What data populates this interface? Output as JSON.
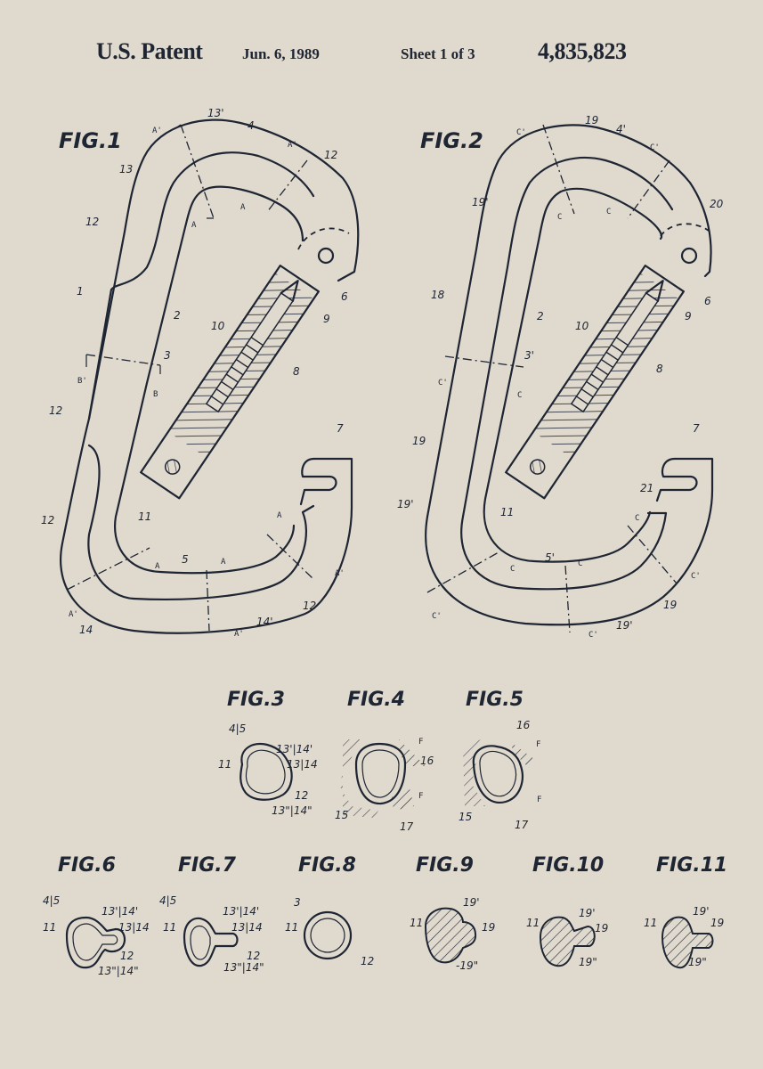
{
  "header": {
    "title": "U.S. Patent",
    "date": "Jun. 6, 1989",
    "sheet": "Sheet 1 of 3",
    "patent_number": "4,835,823"
  },
  "colors": {
    "background": "#e0d9ce",
    "ink": "#1e2533"
  },
  "figures": {
    "fig1": {
      "label": "FIG.1",
      "refs": [
        "13'",
        "4",
        "13",
        "12",
        "A'",
        "A",
        "1",
        "2",
        "3",
        "B'",
        "B",
        "10",
        "9",
        "6",
        "8",
        "12",
        "7",
        "11",
        "5",
        "12",
        "14",
        "14'",
        "A'",
        "A"
      ]
    },
    "fig2": {
      "label": "FIG.2",
      "refs": [
        "19",
        "4'",
        "C'",
        "C",
        "19'",
        "20",
        "18",
        "2",
        "3'",
        "10",
        "9",
        "6",
        "8",
        "19",
        "7",
        "21",
        "19'",
        "11",
        "5'",
        "19",
        "19'"
      ]
    },
    "fig3": {
      "label": "FIG.3",
      "refs": [
        "4/5",
        "11",
        "13'/14'",
        "13/14",
        "12",
        "13\"/14\""
      ]
    },
    "fig4": {
      "label": "FIG.4",
      "refs": [
        "F",
        "16",
        "15",
        "17",
        "F"
      ]
    },
    "fig5": {
      "label": "FIG.5",
      "refs": [
        "16",
        "F",
        "15",
        "17",
        "F"
      ]
    },
    "fig6": {
      "label": "FIG.6",
      "refs": [
        "4/5",
        "11",
        "13'/14'",
        "13/14",
        "12",
        "13\"/14\""
      ]
    },
    "fig7": {
      "label": "FIG.7",
      "refs": [
        "4/5",
        "11",
        "13'/14'",
        "13/14",
        "12",
        "13\"/14\""
      ]
    },
    "fig8": {
      "label": "FIG.8",
      "refs": [
        "3",
        "11",
        "12"
      ]
    },
    "fig9": {
      "label": "FIG.9",
      "refs": [
        "19'",
        "11",
        "19",
        "-19\""
      ]
    },
    "fig10": {
      "label": "FIG.10",
      "refs": [
        "19'",
        "11",
        "19",
        "19\""
      ]
    },
    "fig11": {
      "label": "FIG.11",
      "refs": [
        "19'",
        "11",
        "19",
        "19\""
      ]
    }
  }
}
